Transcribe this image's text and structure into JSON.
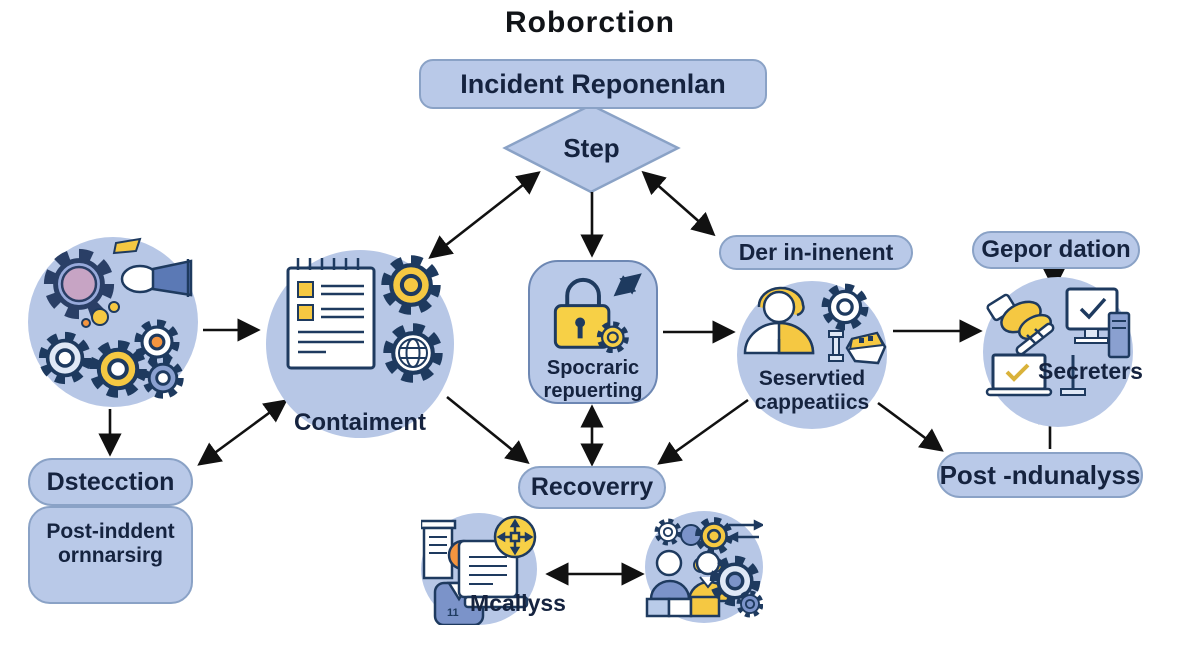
{
  "title": "Roborction",
  "plan_box": {
    "label": "Incident Reponenlan"
  },
  "decision": {
    "label": "Step"
  },
  "nodes": {
    "containment": {
      "label": "Contaiment"
    },
    "sporadic": {
      "line1": "Spocraric",
      "line2": "repuerting"
    },
    "determinant": {
      "label": "Der in-inenent"
    },
    "report": {
      "label": "Gepor dation"
    },
    "capabilities": {
      "line1": "Seservtied",
      "line2": "cappeatiics"
    },
    "secreters": {
      "label": "Secreters"
    },
    "detection": {
      "label": "Dstecction"
    },
    "post_incident": {
      "line1": "Post-inddent",
      "line2": "ornnarsirg"
    },
    "recovery": {
      "label": "Recoverry"
    },
    "post_analysis": {
      "label": "Post -ndunalyss"
    },
    "analysis": {
      "label": "Mcallyss"
    }
  },
  "icons": {
    "detection_cluster": "gears-megaphone-hand",
    "containment_cluster": "checklist-gear-globe-gear",
    "sporadic_icon": "padlock-gear-diagonal-arrow",
    "capabilities_cluster": "person-gear-dumbbell-badge",
    "secreters_cluster": "handshake-monitor-check-laptop-check",
    "analysis_cluster": "document-scroll-person-compass-badge",
    "collaboration_cluster": "people-gears-exchange-arrows"
  },
  "colors": {
    "node_fill": "#b9c9e8",
    "node_border": "#8aa2c6",
    "circle_fill": "#b7c7e6",
    "text": "#15233f",
    "arrow": "#111111",
    "icon_outline": "#1e3a5f",
    "icon_yellow": "#f5c842",
    "icon_blue": "#7b93c9",
    "icon_light": "#dfe8f6",
    "icon_orange": "#f5953f",
    "icon_purple": "#c7a4c4"
  }
}
